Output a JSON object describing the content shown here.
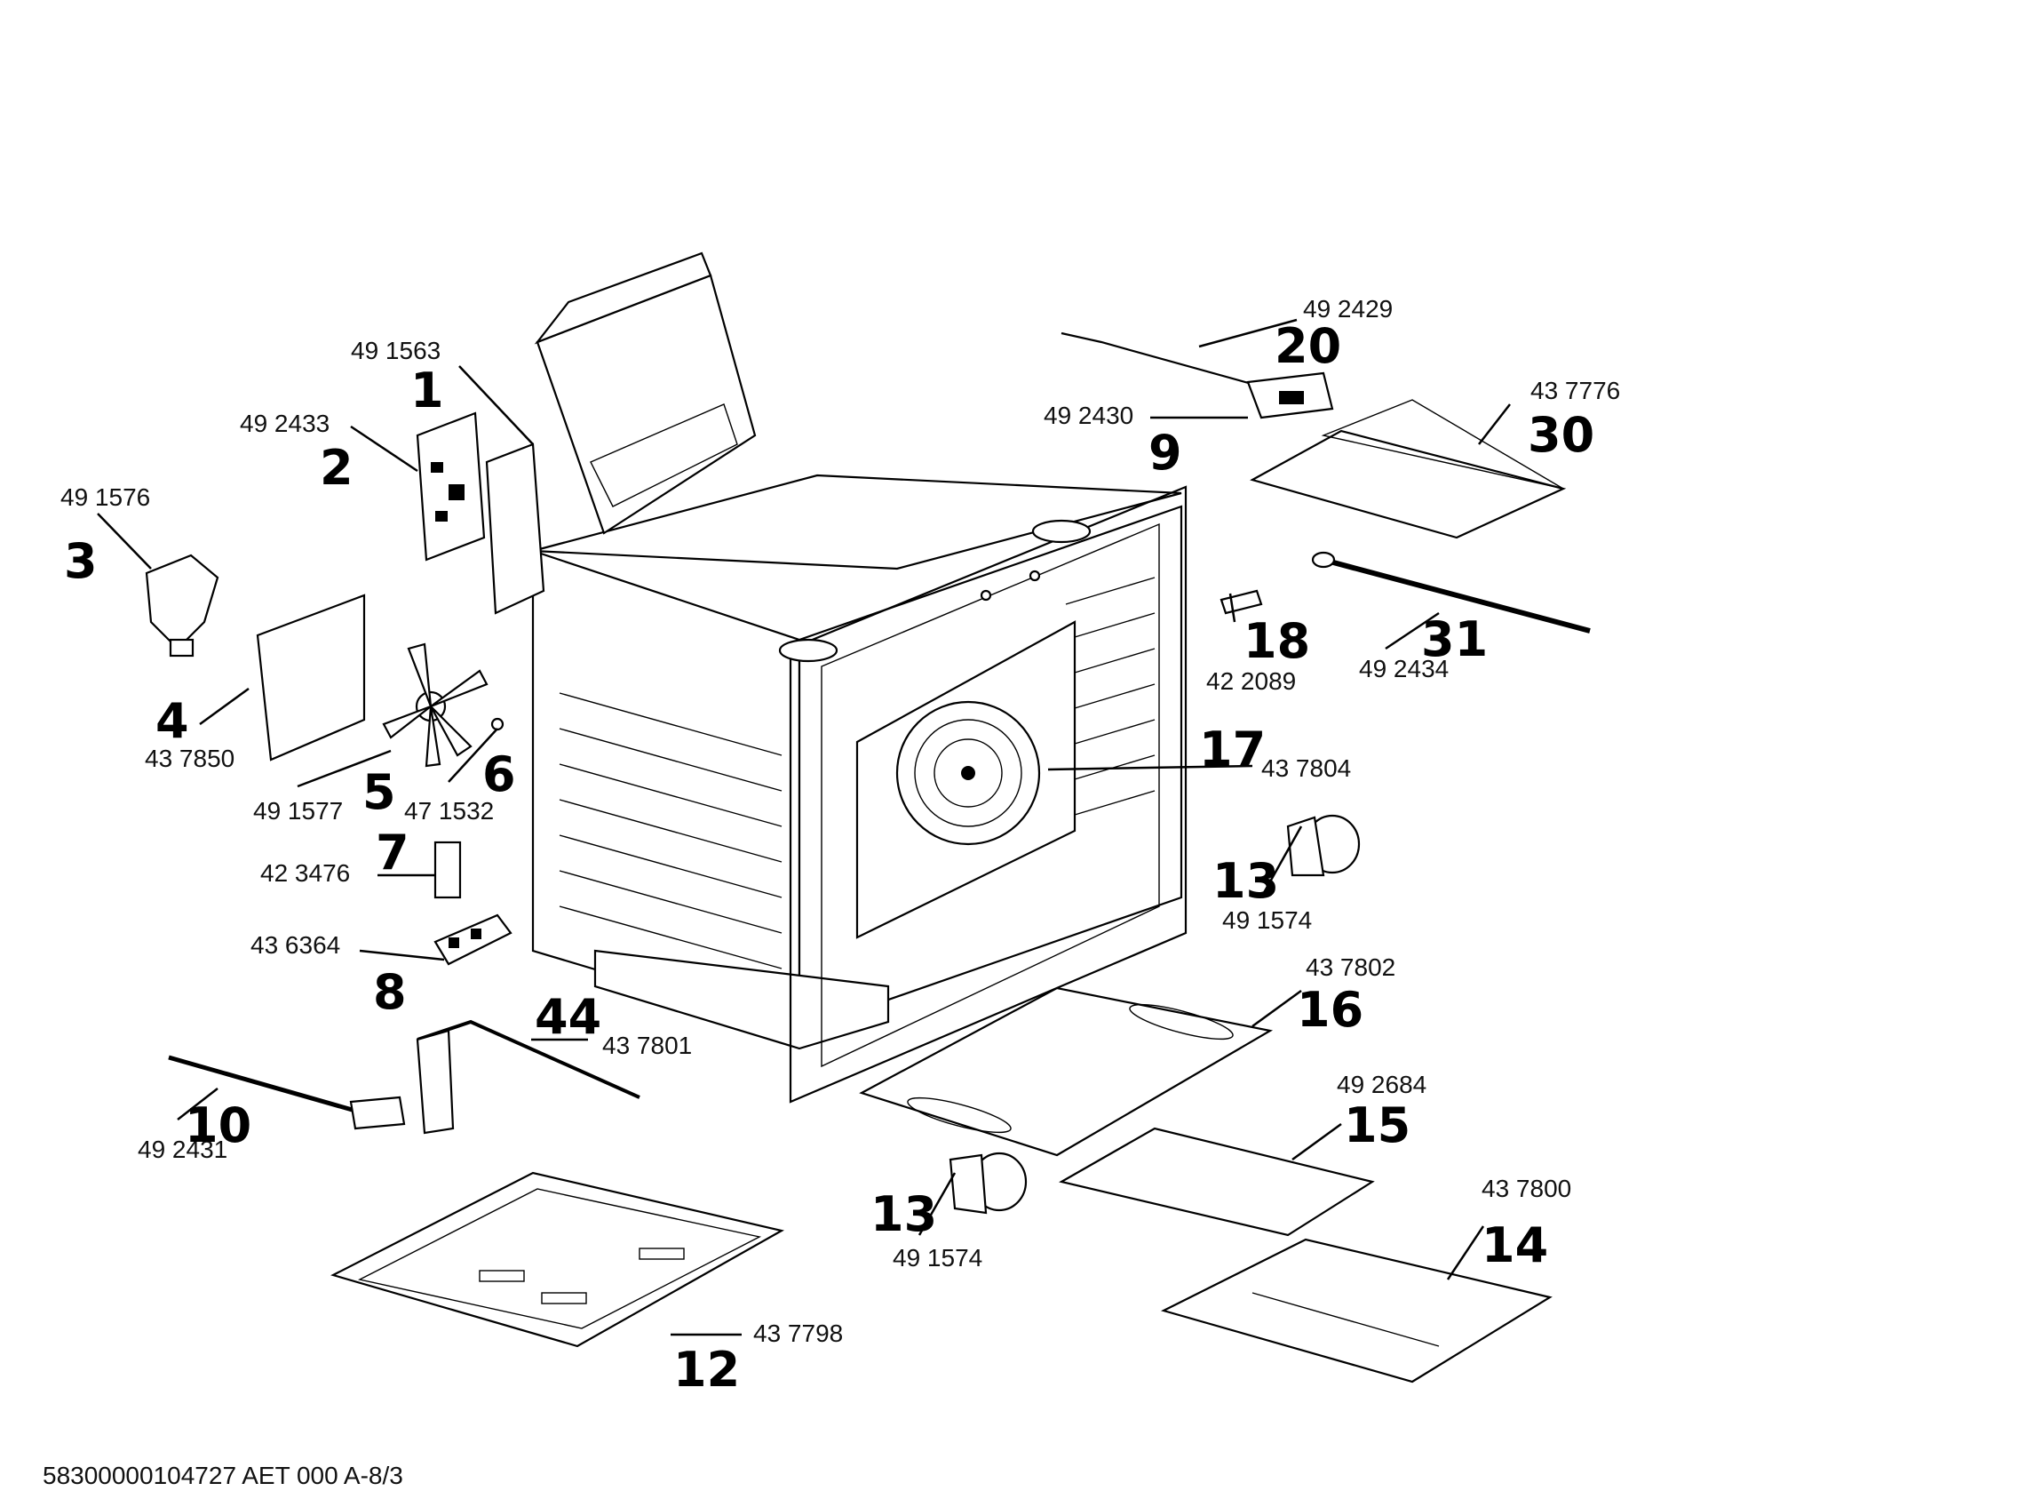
{
  "callouts": [
    {
      "num": "1",
      "part": "49 1563"
    },
    {
      "num": "2",
      "part": "49 2433"
    },
    {
      "num": "3",
      "part": "49 1576"
    },
    {
      "num": "4",
      "part": "43 7850"
    },
    {
      "num": "5",
      "part": "49 1577"
    },
    {
      "num": "6",
      "part": "47 1532"
    },
    {
      "num": "7",
      "part": "42 3476"
    },
    {
      "num": "8",
      "part": "43 6364"
    },
    {
      "num": "9",
      "part": "49 2430"
    },
    {
      "num": "10",
      "part": "49 2431"
    },
    {
      "num": "12",
      "part": "43 7798"
    },
    {
      "num": "13",
      "part": "49 1574"
    },
    {
      "num": "13",
      "part": "49 1574"
    },
    {
      "num": "14",
      "part": "43 7800"
    },
    {
      "num": "15",
      "part": "49 2684"
    },
    {
      "num": "16",
      "part": "43 7802"
    },
    {
      "num": "17",
      "part": "43 7804"
    },
    {
      "num": "18",
      "part": "42 2089"
    },
    {
      "num": "20",
      "part": "49 2429"
    },
    {
      "num": "30",
      "part": "43 7776"
    },
    {
      "num": "31",
      "part": "49 2434"
    },
    {
      "num": "44",
      "part": "43 7801"
    }
  ],
  "footer": "58300000104727 AET 000 A-8/3"
}
